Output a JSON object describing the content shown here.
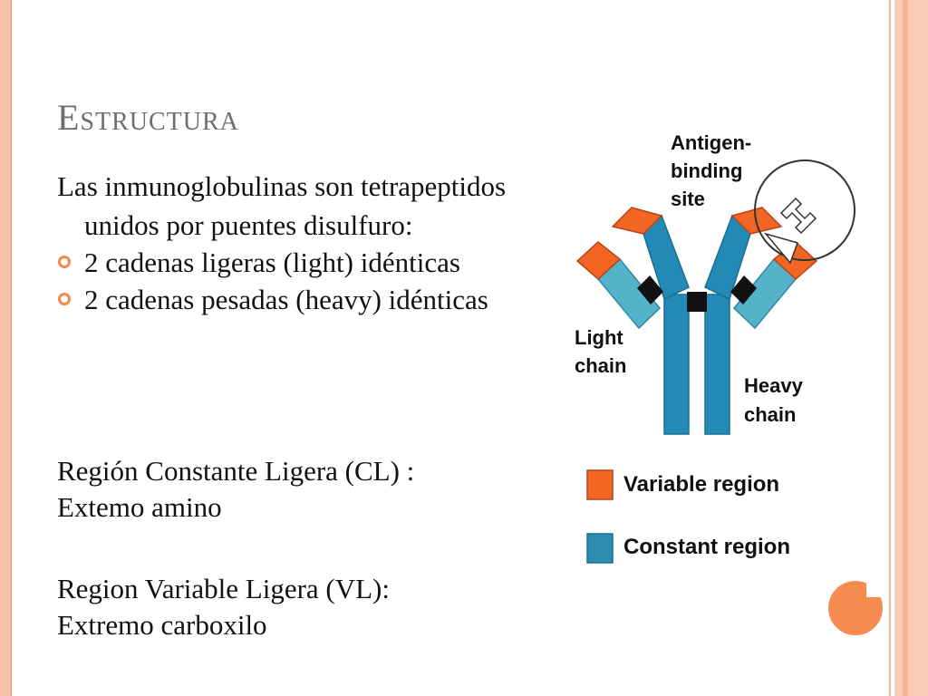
{
  "title": "Estructura",
  "intro": "Las inmunoglobulinas son tetrapeptidos unidos por puentes disulfuro:",
  "bullets": [
    "2 cadenas ligeras (light) idénticas",
    "2 cadenas pesadas (heavy) idénticas"
  ],
  "paragraphs": [
    {
      "line1": "Región Constante Ligera (CL) :",
      "line2": "Extemo amino"
    },
    {
      "line1": "Region Variable Ligera (VL):",
      "line2": "Extremo carboxilo"
    }
  ],
  "diagram": {
    "antigen_label": [
      "Antigen-",
      "binding",
      "site"
    ],
    "light_chain_label": [
      "Light",
      "chain"
    ],
    "heavy_chain_label": [
      "Heavy",
      "chain"
    ],
    "legend": [
      {
        "label": "Variable region",
        "color": "#f26522"
      },
      {
        "label": "Constant region",
        "color": "#2b8bb0"
      }
    ]
  },
  "colors": {
    "accent": "#f08a4b",
    "variable": "#f26522",
    "constant_heavy": "#2389b5",
    "constant_light": "#54b3c9",
    "title": "#6e6e6e"
  }
}
